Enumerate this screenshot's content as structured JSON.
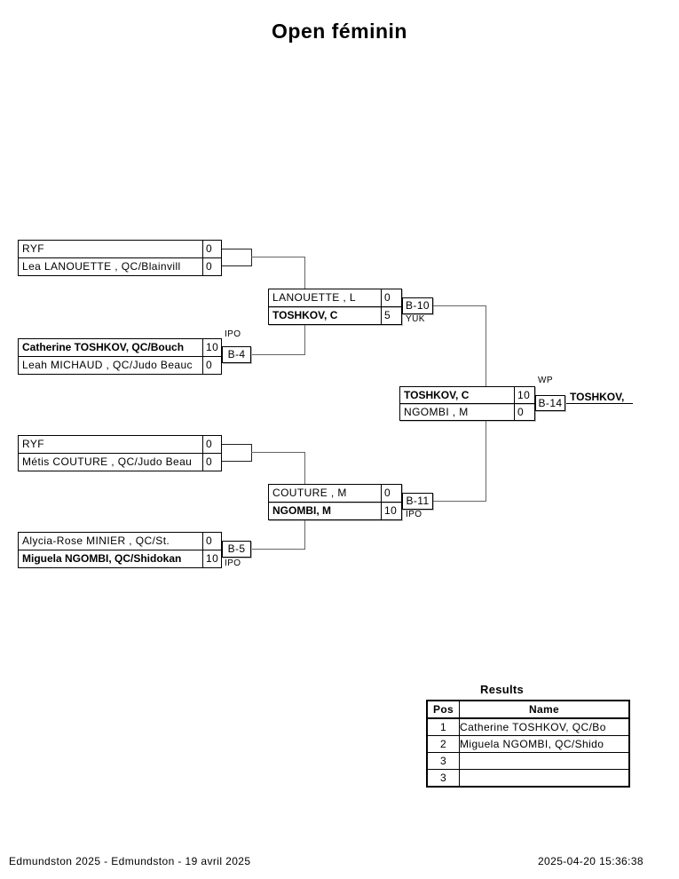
{
  "title": "Open féminin",
  "bracket": {
    "round1": [
      {
        "match_no": "",
        "win_label": "",
        "top": {
          "name": "RYF",
          "score": "0"
        },
        "bottom": {
          "name": "Lea LANOUETTE , QC/Blainvill",
          "score": "0"
        }
      },
      {
        "match_no": "B-4",
        "win_label": "IPO",
        "top": {
          "name": "Catherine TOSHKOV, QC/Bouch",
          "score": "10"
        },
        "bottom": {
          "name": "Leah MICHAUD , QC/Judo Beauc",
          "score": "0"
        }
      },
      {
        "match_no": "",
        "win_label": "",
        "top": {
          "name": "RYF",
          "score": "0"
        },
        "bottom": {
          "name": "Métis COUTURE , QC/Judo Beau",
          "score": "0"
        }
      },
      {
        "match_no": "B-5",
        "win_label": "IPO",
        "top": {
          "name": "Alycia-Rose MINIER , QC/St.",
          "score": "0"
        },
        "bottom": {
          "name": "Miguela NGOMBI, QC/Shidokan",
          "score": "10"
        }
      }
    ],
    "semifinals": [
      {
        "match_no": "B-10",
        "win_label": "YUK",
        "top": {
          "name": "LANOUETTE , L",
          "score": "0"
        },
        "bottom": {
          "name": "TOSHKOV, C",
          "score": "5"
        }
      },
      {
        "match_no": "B-11",
        "win_label": "IPO",
        "top": {
          "name": "COUTURE , M",
          "score": "0"
        },
        "bottom": {
          "name": "NGOMBI, M",
          "score": "10"
        }
      }
    ],
    "final": {
      "match_no": "B-14",
      "win_label": "WP",
      "top": {
        "name": "TOSHKOV, C",
        "score": "10"
      },
      "bottom": {
        "name": "NGOMBI , M",
        "score": "0"
      },
      "winner": "TOSHKOV,"
    }
  },
  "results": {
    "title": "Results",
    "columns": {
      "pos": "Pos",
      "name": "Name"
    },
    "rows": [
      {
        "pos": "1",
        "name": "Catherine TOSHKOV, QC/Bo"
      },
      {
        "pos": "2",
        "name": "Miguela NGOMBI, QC/Shido"
      },
      {
        "pos": "3",
        "name": ""
      },
      {
        "pos": "3",
        "name": ""
      }
    ]
  },
  "footer": {
    "left": "Edmundston 2025 - Edmundston - 19 avril 2025",
    "right": "2025-04-20 15:36:38"
  },
  "colors": {
    "background": "#ffffff",
    "text": "#000000",
    "box_border": "#000000",
    "connector": "#666666",
    "shadow": "#bfbfbf"
  }
}
